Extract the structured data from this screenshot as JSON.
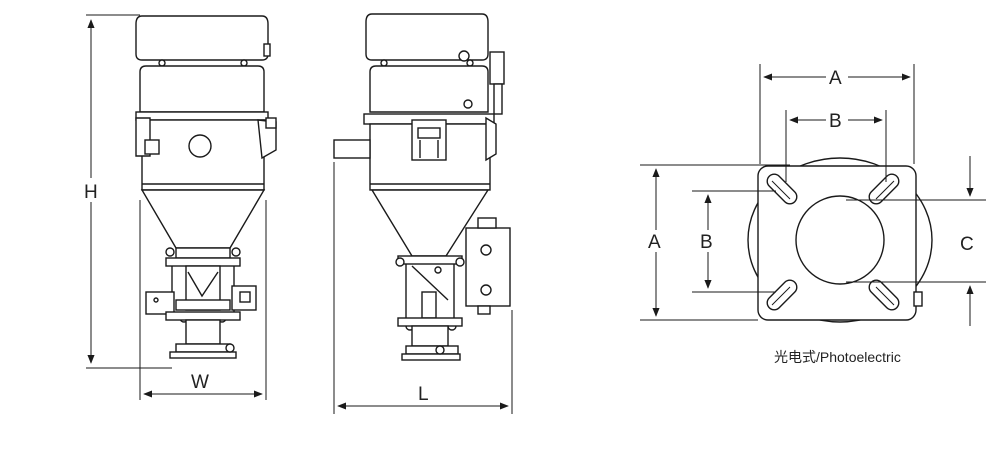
{
  "front_view": {
    "height_label": "H",
    "width_label": "W"
  },
  "side_view": {
    "length_label": "L"
  },
  "plan_view": {
    "outer_span_label": "A",
    "inner_span_label": "B",
    "outer_span_label_vertical": "A",
    "inner_span_label_vertical": "B",
    "center_offset_label": "C",
    "caption": "光电式/Photoelectric"
  },
  "colors": {
    "line": "#1a1a1a",
    "fill": "#ffffff",
    "shade": "#cfcfcf"
  }
}
